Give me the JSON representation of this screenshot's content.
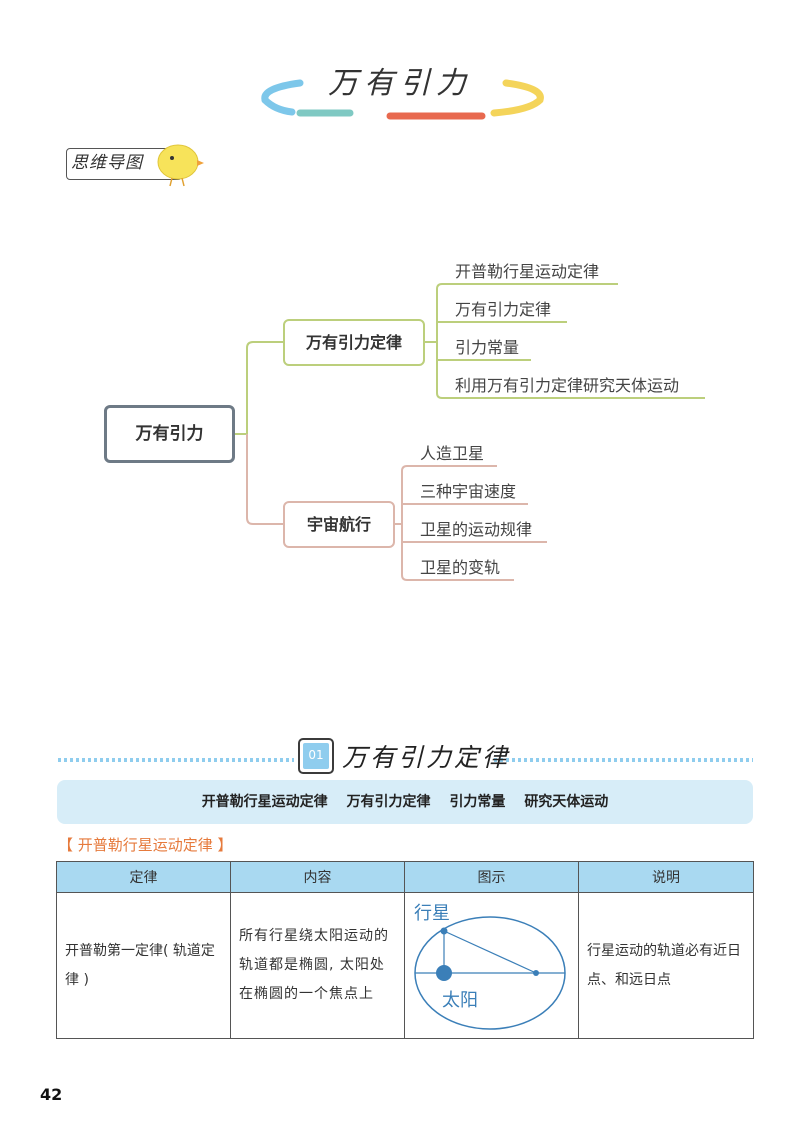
{
  "header": {
    "title": "万有引力"
  },
  "mind_map": {
    "label": "思维导图",
    "root": "万有引力",
    "branches": [
      {
        "title": "万有引力定律",
        "color": "#bccf7c",
        "items": [
          "开普勒行星运动定律",
          "万有引力定律",
          "引力常量",
          "利用万有引力定律研究天体运动"
        ]
      },
      {
        "title": "宇宙航行",
        "color": "#dcb6ab",
        "items": [
          "人造卫星",
          "三种宇宙速度",
          "卫星的运动规律",
          "卫星的变轨"
        ]
      }
    ]
  },
  "section": {
    "number": "01",
    "title": "万有引力定律",
    "topics": [
      "开普勒行星运动定律",
      "万有引力定律",
      "引力常量",
      "研究天体运动"
    ],
    "subheading": "【 开普勒行星运动定律 】"
  },
  "table": {
    "headers": [
      "定律",
      "内容",
      "图示",
      "说明"
    ],
    "rows": [
      {
        "law": "开普勒第一定律( 轨道定律 )",
        "content": "所有行星绕太阳运动的轨道都是椭圆, 太阳处在椭圆的一个焦点上",
        "diagram": {
          "planet_label": "行星",
          "sun_label": "太阳"
        },
        "note": "行星运动的轨道必有近日点、和远日点"
      }
    ]
  },
  "footer": {
    "page_number": "42"
  },
  "colors": {
    "title_arc_blue": "#7dc7ea",
    "title_arc_teal": "#7fc9c3",
    "title_arc_red": "#e8694f",
    "title_arc_yellow": "#f4d45a",
    "section_dots": "#8fcdee",
    "table_header": "#a9d9f1",
    "summary_bar": "#d7edf8",
    "subheading": "#e67a3c",
    "diagram": "#3b7fb8"
  }
}
